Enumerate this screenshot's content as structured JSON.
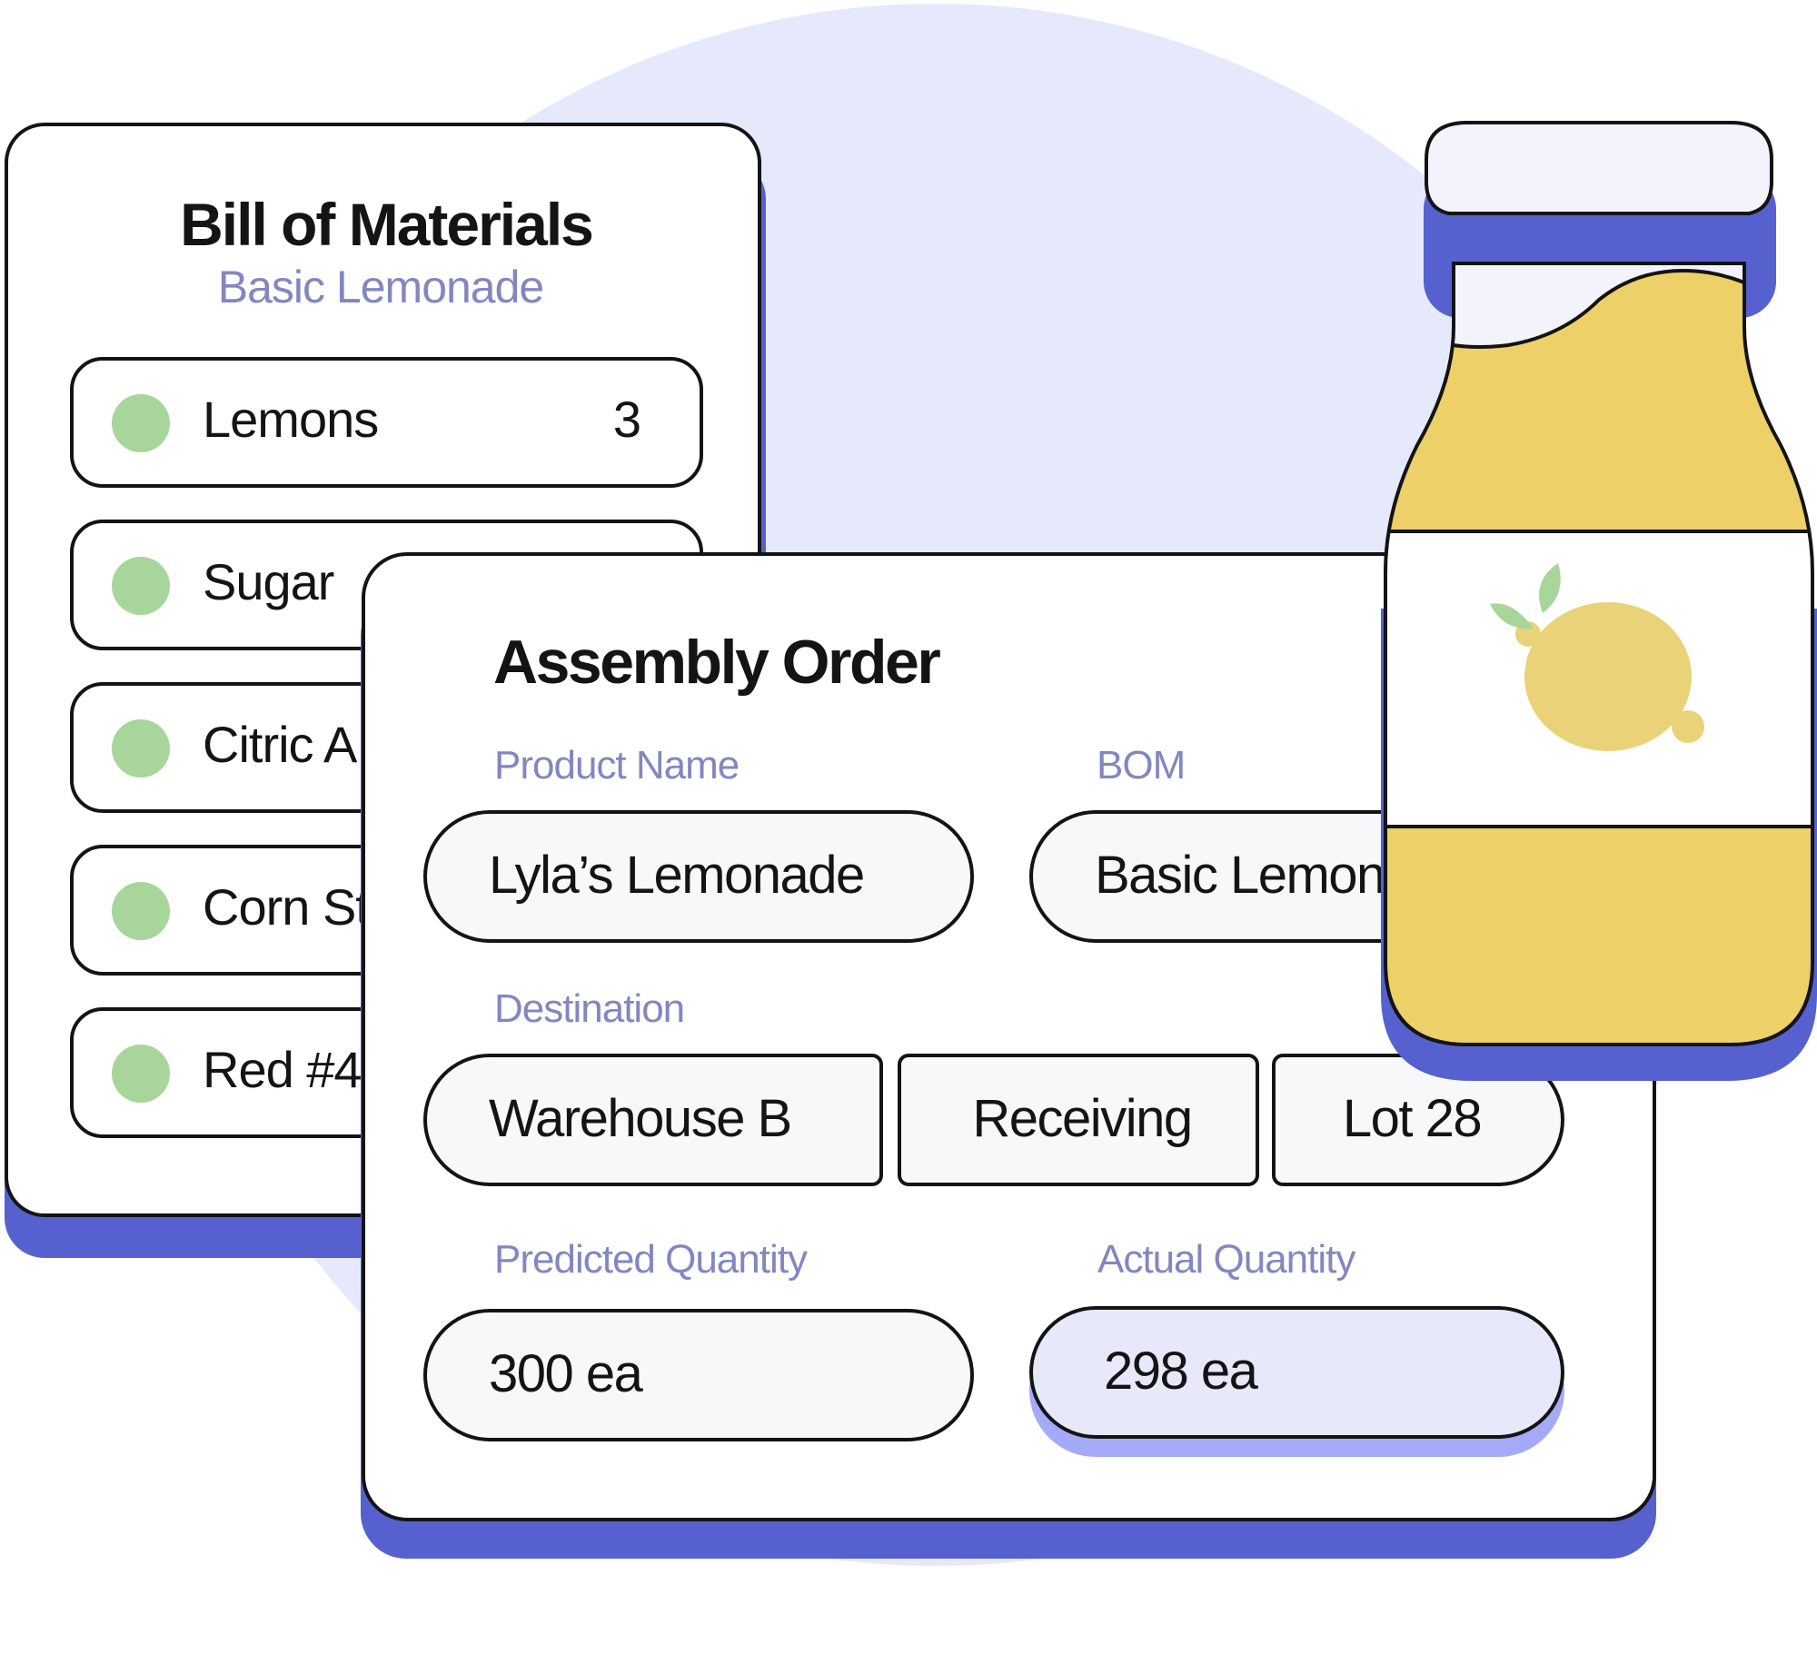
{
  "bom": {
    "title": "Bill of Materials",
    "subtitle": "Basic Lemonade",
    "items": [
      {
        "name": "Lemons",
        "qty": "3"
      },
      {
        "name": "Sugar",
        "qty": ""
      },
      {
        "name": "Citric A",
        "qty": ""
      },
      {
        "name": "Corn St",
        "qty": ""
      },
      {
        "name": "Red #4",
        "qty": ""
      }
    ]
  },
  "assembly": {
    "title": "Assembly Order",
    "product_label": "Product Name",
    "product_value": "Lyla’s Lemonade",
    "bom_label": "BOM",
    "bom_value": "Basic Lemonade",
    "destination_label": "Destination",
    "destination": [
      "Warehouse B",
      "Receiving",
      "Lot 28"
    ],
    "predicted_label": "Predicted Quantity",
    "predicted_value": "300 ea",
    "actual_label": "Actual Quantity",
    "actual_value": "298 ea"
  },
  "colors": {
    "background_circle": "#e6e9fb",
    "card_shadow": "#5661cf",
    "label": "#8287c0",
    "dot": "#a8d59a",
    "juice": "#edd067",
    "lemon": "#e9d277",
    "leaf": "#a8d59a",
    "cap": "#f2f3fc"
  },
  "icons": {
    "bottle": "lemonade-bottle-icon",
    "lemon": "lemon-icon"
  }
}
